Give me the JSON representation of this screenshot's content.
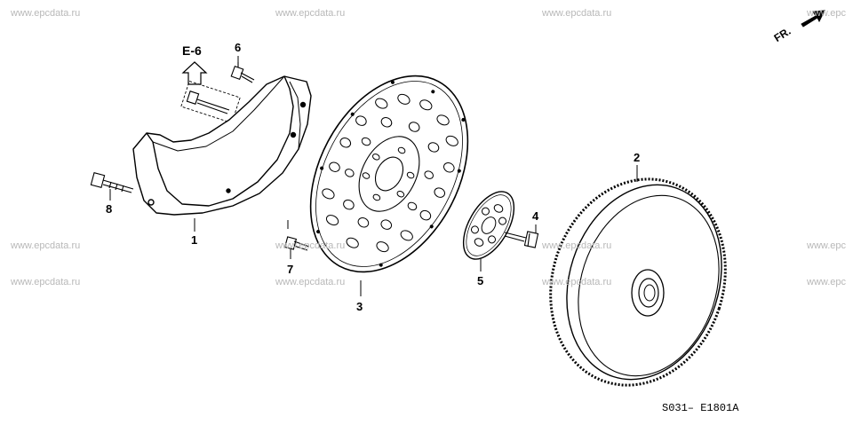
{
  "watermark": "www.epcdata.ru",
  "watermark_partial": "www.epc",
  "reference": "E-6",
  "direction": "FR.",
  "diagram_code": "S031– E1801A",
  "callouts": {
    "c1": "1",
    "c2": "2",
    "c3": "3",
    "c4": "4",
    "c5": "5",
    "c6": "6",
    "c7": "7",
    "c8": "8"
  }
}
